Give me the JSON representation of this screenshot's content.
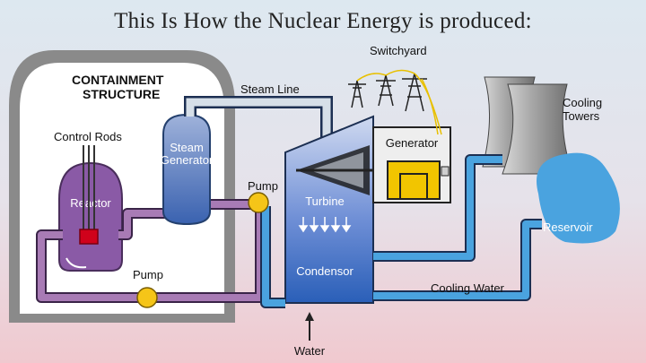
{
  "title": "This Is How the Nuclear Energy is produced:",
  "labels": {
    "containment_1": "CONTAINMENT",
    "containment_2": "STRUCTURE",
    "control_rods": "Control Rods",
    "reactor": "Reactor",
    "steam_gen_1": "Steam",
    "steam_gen_2": "Generator",
    "steam_line": "Steam Line",
    "switchyard": "Switchyard",
    "generator": "Generator",
    "turbine": "Turbine",
    "condensor": "Condensor",
    "pump_upper": "Pump",
    "pump_lower": "Pump",
    "cooling_1": "Cooling",
    "cooling_2": "Towers",
    "reservoir": "Reservoir",
    "cooling_water": "Cooling Water",
    "water": "Water"
  },
  "colors": {
    "primary_loop": "#a87bb5",
    "steam_line": "#c9d4de",
    "cooling_loop": "#4aa3df",
    "condensor": "#2f6fc0",
    "generator": "#f2c500",
    "containment": "#8a8a8a"
  }
}
